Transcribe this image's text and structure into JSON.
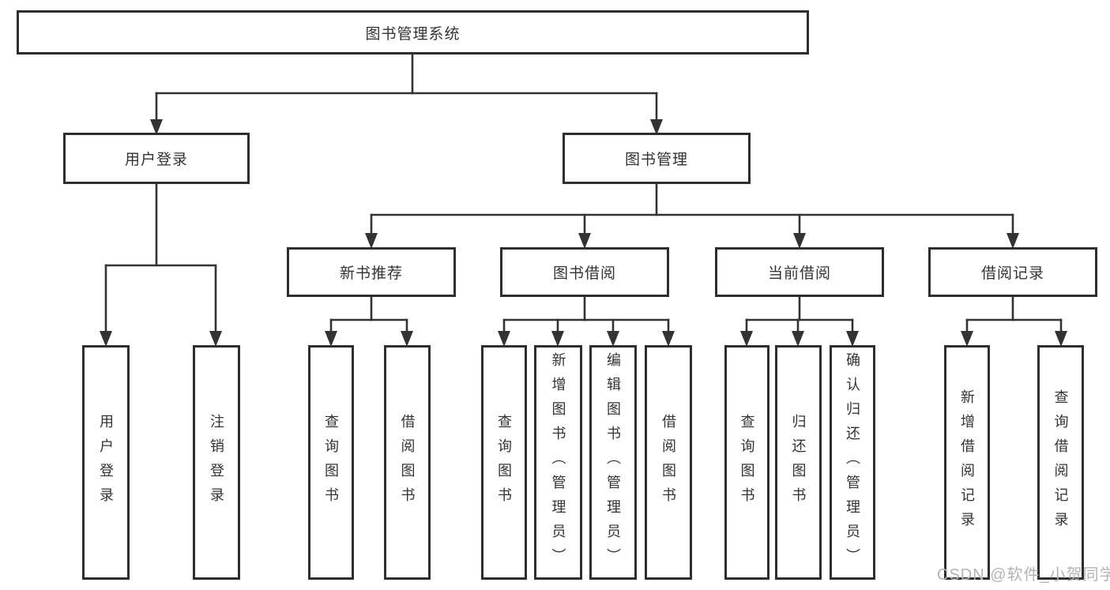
{
  "colors": {
    "background": "#ffffff",
    "line": "#333333",
    "box_border": "#2e2e2e",
    "box_fill": "#ffffff",
    "text": "#333333",
    "watermark": "#b3b3b3"
  },
  "watermark": {
    "text": "CSDN @软件_小贺同学"
  },
  "diagram": {
    "title": "图书管理系统",
    "nodes": [
      {
        "id": "root",
        "label": "图书管理系统",
        "level": 0,
        "parent": null
      },
      {
        "id": "user-login",
        "label": "用户登录",
        "level": 1,
        "parent": "root"
      },
      {
        "id": "book-mgmt",
        "label": "图书管理",
        "level": 1,
        "parent": "root"
      },
      {
        "id": "new-book-rec",
        "label": "新书推荐",
        "level": 2,
        "parent": "book-mgmt"
      },
      {
        "id": "book-borrow",
        "label": "图书借阅",
        "level": 2,
        "parent": "book-mgmt"
      },
      {
        "id": "current-borrow",
        "label": "当前借阅",
        "level": 2,
        "parent": "book-mgmt"
      },
      {
        "id": "borrow-records",
        "label": "借阅记录",
        "level": 2,
        "parent": "book-mgmt"
      },
      {
        "id": "leaf-user-login",
        "label": "用户登录",
        "level": 3,
        "parent": "user-login",
        "orientation": "vertical"
      },
      {
        "id": "leaf-logout",
        "label": "注销登录",
        "level": 3,
        "parent": "user-login",
        "orientation": "vertical"
      },
      {
        "id": "leaf-query-books-1",
        "label": "查询图书",
        "level": 3,
        "parent": "new-book-rec",
        "orientation": "vertical"
      },
      {
        "id": "leaf-borrow-books-1",
        "label": "借阅图书",
        "level": 3,
        "parent": "new-book-rec",
        "orientation": "vertical"
      },
      {
        "id": "leaf-query-books-2",
        "label": "查询图书",
        "level": 3,
        "parent": "book-borrow",
        "orientation": "vertical"
      },
      {
        "id": "leaf-add-book",
        "label": "新增图书（管理员）",
        "level": 3,
        "parent": "book-borrow",
        "orientation": "vertical"
      },
      {
        "id": "leaf-edit-book",
        "label": "编辑图书（管理员）",
        "level": 3,
        "parent": "book-borrow",
        "orientation": "vertical"
      },
      {
        "id": "leaf-borrow-books-2",
        "label": "借阅图书",
        "level": 3,
        "parent": "book-borrow",
        "orientation": "vertical"
      },
      {
        "id": "leaf-query-books-3",
        "label": "查询图书",
        "level": 3,
        "parent": "current-borrow",
        "orientation": "vertical"
      },
      {
        "id": "leaf-return-book",
        "label": "归还图书",
        "level": 3,
        "parent": "current-borrow",
        "orientation": "vertical"
      },
      {
        "id": "leaf-confirm-return",
        "label": "确认归还（管理员）",
        "level": 3,
        "parent": "current-borrow",
        "orientation": "vertical"
      },
      {
        "id": "leaf-add-borrow-record",
        "label": "新增借阅记录",
        "level": 3,
        "parent": "borrow-records",
        "orientation": "vertical"
      },
      {
        "id": "leaf-query-borrow-record",
        "label": "查询借阅记录",
        "level": 3,
        "parent": "borrow-records",
        "orientation": "vertical"
      }
    ]
  }
}
